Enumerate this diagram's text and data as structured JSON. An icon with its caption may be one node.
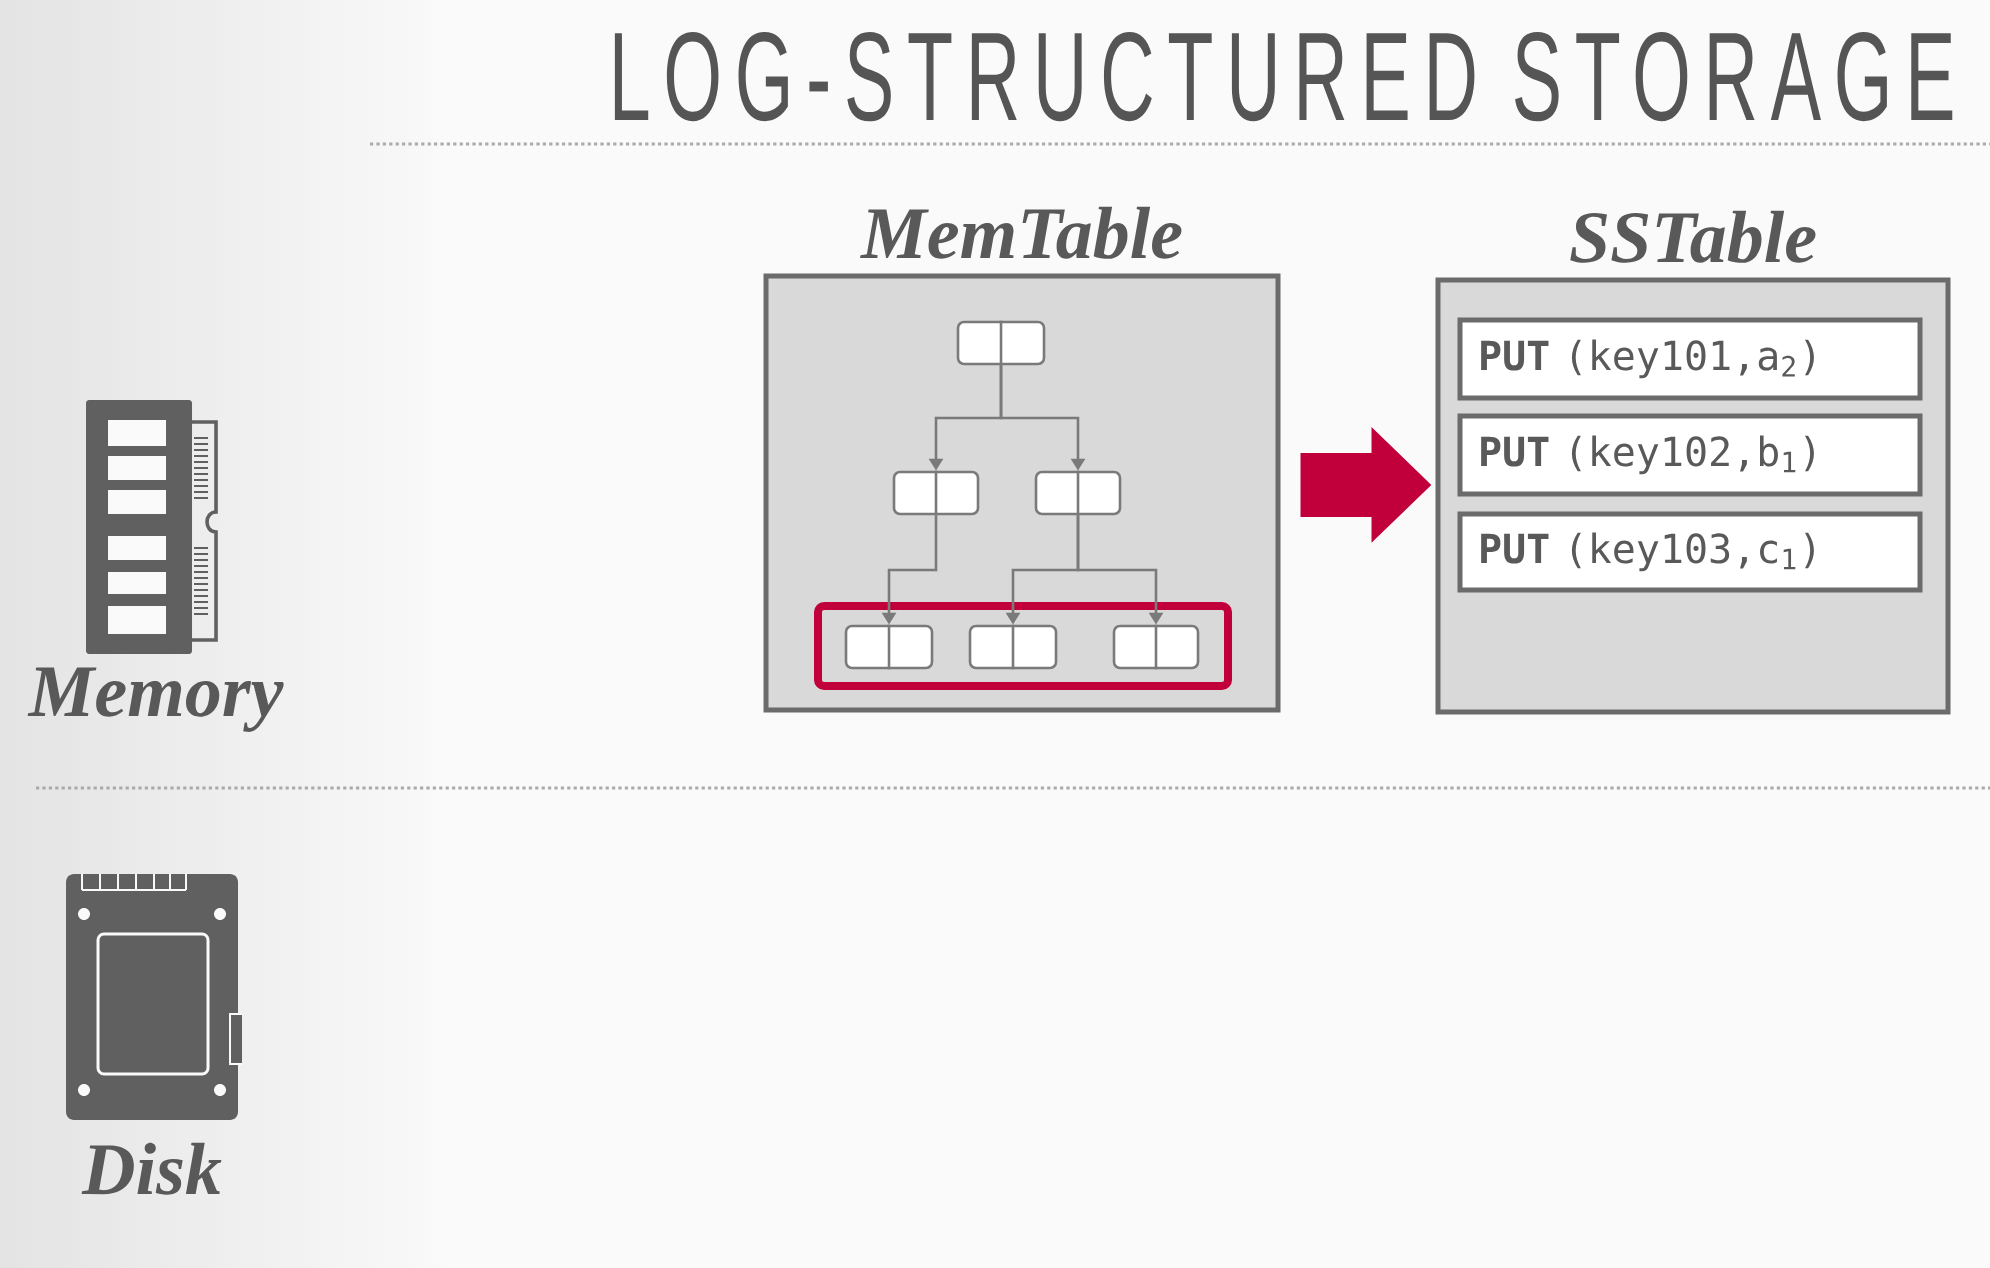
{
  "diagram": {
    "title": "LOG-STRUCTURED STORAGE",
    "nodes": [
      {
        "text": [
          "MemTable"
        ]
      },
      {
        "text": [],
        "shape": "box",
        "in": 0
      },
      {
        "text": [],
        "shape": "box",
        "in": 0
      },
      {
        "text": [],
        "shape": "box",
        "in": 0
      },
      {
        "text": [],
        "shape": "box",
        "in": 0
      },
      {
        "text": [],
        "shape": "box",
        "in": 4
      },
      {
        "text": [],
        "shape": "box",
        "in": 4
      },
      {
        "text": [],
        "shape": "box",
        "in": 4
      },
      {
        "text": [
          "SSTable"
        ]
      },
      {
        "text": [
          "**PUT** (key101,a$_{2}$)"
        ],
        "in": 8
      },
      {
        "text": [
          "**PUT** (key102,b$_{1}$)"
        ],
        "in": 8
      },
      {
        "text": [
          "**PUT** (key103,c$_{1}$)"
        ],
        "in": 8
      }
    ],
    "edges": [
      {
        "from": 1,
        "to": 2,
        "arrow": "to"
      },
      {
        "from": 1,
        "to": 3,
        "arrow": "to"
      },
      {
        "from": 2,
        "to": 5,
        "arrow": "to"
      },
      {
        "from": 3,
        "to": 6,
        "arrow": "to"
      },
      {
        "from": 3,
        "to": 7,
        "arrow": "to"
      },
      {
        "from": 0,
        "to": 8,
        "arrow": "to",
        "style": "thick",
        "color": "#c1003b"
      }
    ],
    "labels": [
      "Memory",
      "Disk"
    ]
  }
}
